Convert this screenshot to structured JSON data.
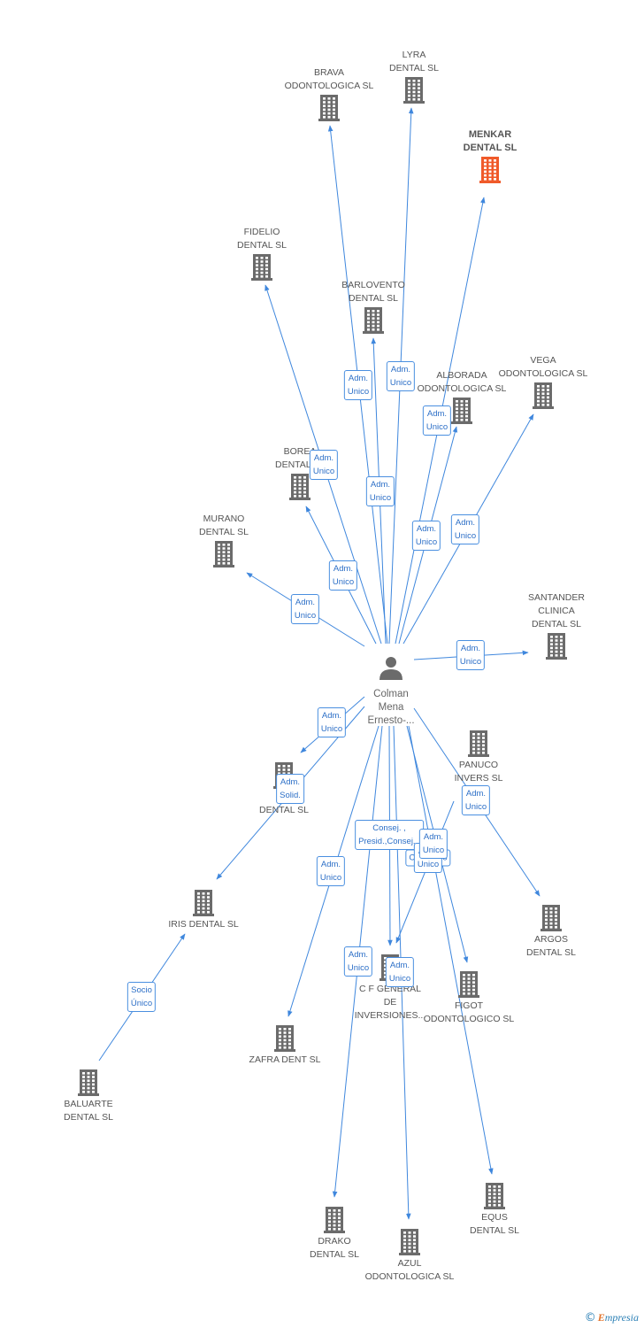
{
  "center": {
    "name_lines": [
      "Colman",
      "Mena",
      "Ernesto-..."
    ]
  },
  "colors": {
    "edge": "#3f87dd",
    "building": "#6b6b6b",
    "highlight": "#f05a2a"
  },
  "companies": [
    {
      "id": "brava",
      "lines": [
        "BRAVA",
        "ODONTOLOGICA SL"
      ]
    },
    {
      "id": "lyra",
      "lines": [
        "LYRA",
        "DENTAL SL"
      ]
    },
    {
      "id": "menkar",
      "lines": [
        "MENKAR",
        "DENTAL SL"
      ],
      "highlight": true
    },
    {
      "id": "fidelio",
      "lines": [
        "FIDELIO",
        "DENTAL SL"
      ]
    },
    {
      "id": "barlovento",
      "lines": [
        "BARLOVENTO",
        "DENTAL SL"
      ]
    },
    {
      "id": "alborada",
      "lines": [
        "ALBORADA",
        "ODONTOLOGICA SL"
      ]
    },
    {
      "id": "vega",
      "lines": [
        "VEGA",
        "ODONTOLOGICA SL"
      ]
    },
    {
      "id": "borea",
      "lines": [
        "BOREA",
        "DENTAL SL"
      ]
    },
    {
      "id": "murano",
      "lines": [
        "MURANO",
        "DENTAL SL"
      ]
    },
    {
      "id": "santander",
      "lines": [
        "SANTANDER",
        "CLINICA",
        "DENTAL SL"
      ]
    },
    {
      "id": "x",
      "lines": [
        "X",
        "DENTAL SL"
      ]
    },
    {
      "id": "panuco",
      "lines": [
        "PANUCO",
        "INVERS SL"
      ]
    },
    {
      "id": "iris",
      "lines": [
        "IRIS DENTAL SL"
      ]
    },
    {
      "id": "argos",
      "lines": [
        "ARGOS",
        "DENTAL SL"
      ]
    },
    {
      "id": "cf",
      "lines": [
        "C F GENERAL",
        "DE",
        "INVERSIONES..."
      ]
    },
    {
      "id": "figot",
      "lines": [
        "FIGOT",
        "ODONTOLOGICO SL"
      ]
    },
    {
      "id": "zafra",
      "lines": [
        "ZAFRA DENT SL"
      ]
    },
    {
      "id": "baluarte",
      "lines": [
        "BALUARTE",
        "DENTAL SL"
      ]
    },
    {
      "id": "equs",
      "lines": [
        "EQUS",
        "DENTAL SL"
      ]
    },
    {
      "id": "drako",
      "lines": [
        "DRAKO",
        "DENTAL SL"
      ]
    },
    {
      "id": "azul",
      "lines": [
        "AZUL",
        "ODONTOLOGICA SL"
      ]
    }
  ],
  "relations": [
    {
      "target": "brava",
      "label": [
        "Adm.",
        "Unico"
      ]
    },
    {
      "target": "lyra",
      "label": [
        "Adm.",
        "Unico"
      ]
    },
    {
      "target": "menkar",
      "label": [
        "Adm.",
        "Unico"
      ]
    },
    {
      "target": "fidelio",
      "label": [
        "Adm.",
        "Unico"
      ]
    },
    {
      "target": "barlovento",
      "label": [
        "Adm.",
        "Unico"
      ]
    },
    {
      "target": "alborada",
      "label": [
        "Adm.",
        "Unico"
      ]
    },
    {
      "target": "vega",
      "label": [
        "Adm.",
        "Unico"
      ]
    },
    {
      "target": "borea",
      "label": [
        "Adm.",
        "Unico"
      ]
    },
    {
      "target": "murano",
      "label": [
        "Adm.",
        "Unico"
      ]
    },
    {
      "target": "santander",
      "label": [
        "Adm.",
        "Unico"
      ]
    },
    {
      "target": "x",
      "label": [
        "Adm.",
        "Unico"
      ]
    },
    {
      "target": "iris",
      "label": [
        "Adm.",
        "Solid."
      ]
    },
    {
      "target": "argos",
      "label": [
        "Adm.",
        "Unico"
      ]
    },
    {
      "target": "cf",
      "label": [
        "Consej. ,",
        "Presid.,Consej..."
      ]
    },
    {
      "target": "cf",
      "label": [
        "Consejero"
      ]
    },
    {
      "target": "cf",
      "label": [
        "Adm.",
        "Unico"
      ]
    },
    {
      "target": "figot",
      "label": [
        "Adm.",
        "Unico"
      ]
    },
    {
      "target": "zafra",
      "label": [
        "Adm.",
        "Unico"
      ]
    },
    {
      "target": "equs",
      "label": [
        "Adm.",
        "Unico"
      ]
    },
    {
      "target": "drako",
      "label": [
        "Adm.",
        "Unico"
      ]
    },
    {
      "target": "azul",
      "label": [
        "Adm.",
        "Unico"
      ]
    },
    {
      "source": "baluarte",
      "target": "iris",
      "label": [
        "Socio",
        "Único"
      ]
    }
  ],
  "footer": {
    "copyright": "©",
    "brand_e": "E",
    "brand_rest": "mpresia"
  }
}
